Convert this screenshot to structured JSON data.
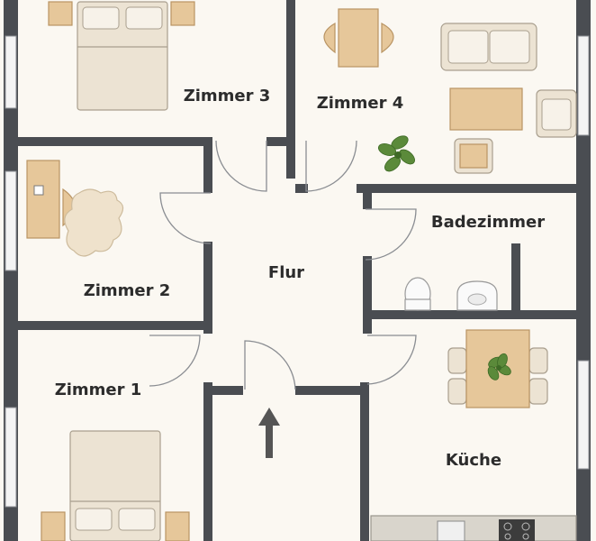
{
  "rooms": {
    "zimmer3": "Zimmer 3",
    "zimmer4": "Zimmer 4",
    "zimmer2": "Zimmer 2",
    "zimmer1": "Zimmer 1",
    "flur": "Flur",
    "badezimmer": "Badezimmer",
    "kueche": "Küche"
  },
  "colors": {
    "wall": "#4a4d52",
    "floor": "#fbf8f2",
    "wood": "#e6c79a",
    "fabric": "#ece3d3"
  },
  "icons": [
    "bed-icon",
    "sofa-icon",
    "table-icon",
    "chair-icon",
    "plant-icon",
    "desk-icon",
    "rug-icon",
    "toilet-icon",
    "sink-icon",
    "stove-icon",
    "entrance-arrow-icon"
  ]
}
